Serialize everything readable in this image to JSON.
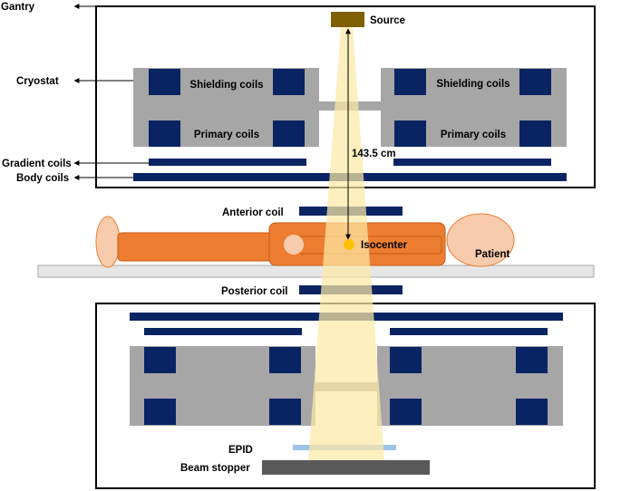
{
  "labels": {
    "gantry": "Gantry",
    "cryostat": "Cryostat",
    "gradient_coils": "Gradient coils",
    "body_coils": "Body coils",
    "source": "Source",
    "shielding_coils": "Shielding coils",
    "primary_coils": "Primary coils",
    "distance": "143.5 cm",
    "anterior_coil": "Anterior coil",
    "isocenter": "Isocenter",
    "patient": "Patient",
    "posterior_coil": "Posterior coil",
    "epid": "EPID",
    "beam_stopper": "Beam stopper"
  },
  "colors": {
    "coil_blue": "#0a2463",
    "cryostat_gray": "#a6a6a6",
    "source_brown": "#7f6000",
    "beam_yellow": "#fde9a6",
    "patient_orange": "#ed7d31",
    "patient_skin": "#f8cbad",
    "isocenter_gold": "#ffc000",
    "table_gray": "#e7e6e6",
    "epid_blue": "#9dc3e6",
    "stopper_gray": "#595959"
  }
}
